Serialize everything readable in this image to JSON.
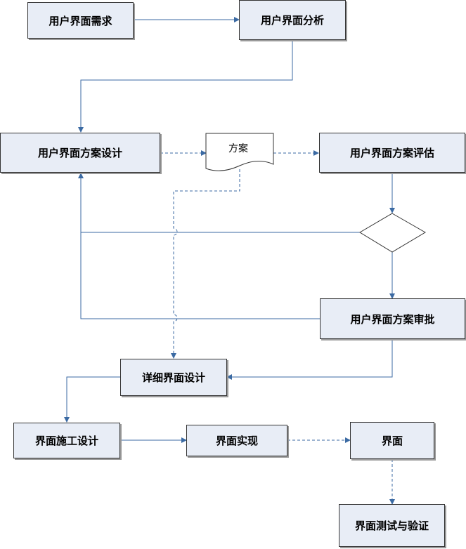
{
  "colors": {
    "box_fill": "#e8edf6",
    "box_border": "#333333",
    "connector": "#3b6aa3"
  },
  "nodes": {
    "requirement": "用户界面需求",
    "analysis": "用户界面分析",
    "scheme_design": "用户界面方案设计",
    "scheme_doc": "方案",
    "scheme_eval": "用户界面方案评估",
    "scheme_approval": "用户界面方案审批",
    "detail_design": "详细界面设计",
    "construction_design": "界面施工设计",
    "implementation": "界面实现",
    "ui": "界面",
    "test_verify": "界面测试与验证"
  }
}
